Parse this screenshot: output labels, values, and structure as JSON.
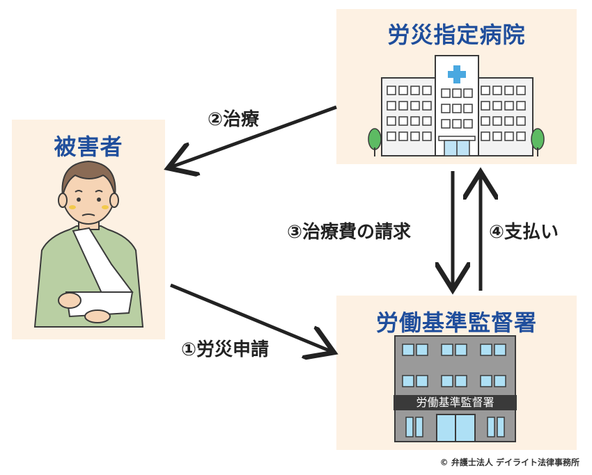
{
  "nodes": {
    "victim": "被害者",
    "hospital": "労災指定病院",
    "office": "労働基準監督署",
    "office_sign": "労働基準監督署"
  },
  "edges": {
    "step1": "①労災申請",
    "step2": "②治療",
    "step3": "③治療費の請求",
    "step4": "④支払い"
  },
  "copyright": "© 弁護士法人 デイライト法律事務所",
  "colors": {
    "panel": "#fdf1e3",
    "title": "#1f4e9c",
    "arrow": "#222222"
  }
}
